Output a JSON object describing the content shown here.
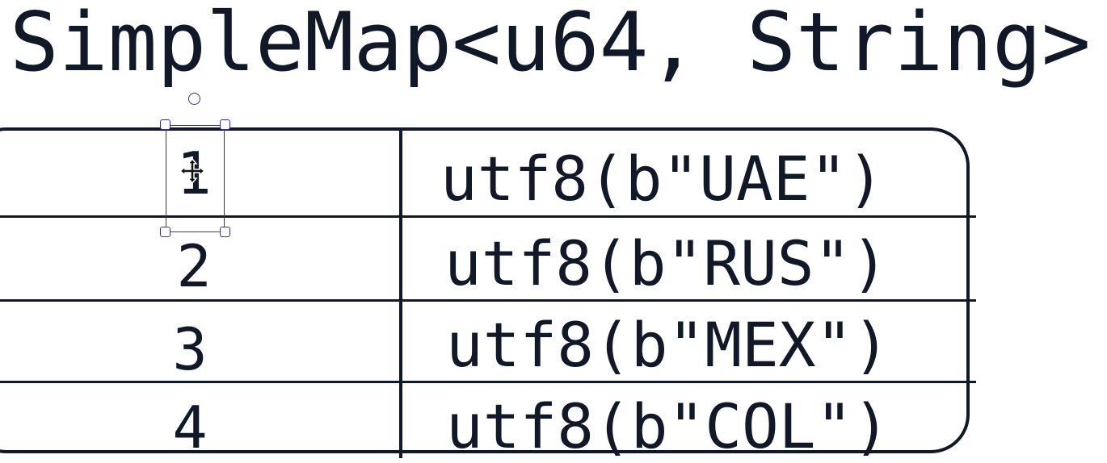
{
  "title": "SimpleMap<u64, String>",
  "rows": [
    {
      "key": "1",
      "value": "utf8(b\"UAE\")"
    },
    {
      "key": "2",
      "value": "utf8(b\"RUS\")"
    },
    {
      "key": "3",
      "value": "utf8(b\"MEX\")"
    },
    {
      "key": "4",
      "value": "utf8(b\"COL\")"
    }
  ],
  "selection_color": "#3730a3",
  "cursor_icon": "move-cursor-icon"
}
